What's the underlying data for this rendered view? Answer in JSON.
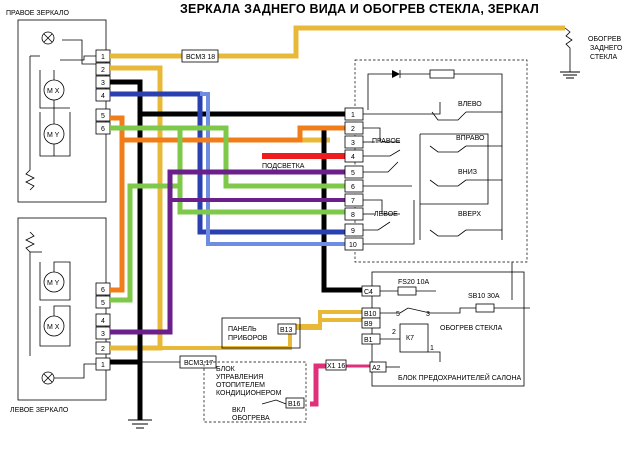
{
  "title": "ЗЕРКАЛА ЗАДНЕГО ВИДА И ОБОГРЕВ СТЕКЛА, ЗЕРКАЛ",
  "mirrors": {
    "right": {
      "label": "ПРАВОЕ ЗЕРКАЛО",
      "motor_x": "M X",
      "motor_y": "M Y",
      "pins": [
        "1",
        "2",
        "3",
        "4",
        "5",
        "6"
      ]
    },
    "left": {
      "label": "ЛЕВОЕ ЗЕРКАЛО",
      "motor_x": "M X",
      "motor_y": "M Y",
      "pins": [
        "6",
        "5",
        "4",
        "3",
        "2",
        "1"
      ]
    }
  },
  "connectors": {
    "bcm18": "ВСМЗ 18",
    "bcm17": "ВСМЗ 17",
    "c4": "С4",
    "b10": "В10",
    "b9": "В9",
    "b1": "В1",
    "b13": "В13",
    "b16": "В16",
    "x1_16": "X1 16",
    "a2": "А2"
  },
  "switch": {
    "pins": [
      "1",
      "2",
      "3",
      "4",
      "5",
      "6",
      "7",
      "8",
      "9",
      "10"
    ],
    "right": "ПРАВОЕ",
    "left": "ЛЕВОЕ",
    "up": "ВВЕРХ",
    "down": "ВНИЗ",
    "leftdir": "ВЛЕВО",
    "rightdir": "ВПРАВО"
  },
  "labels": {
    "backlight": "ПОДСВЕТКА",
    "rear_heater_1": "ОБОГРЕВ",
    "rear_heater_2": "ЗАДНЕГО",
    "rear_heater_3": "СТЕКЛА",
    "fs20": "FS20 10A",
    "sb10": "SB10 30A",
    "k7": "К7",
    "glass_heat": "ОБОГРЕВ СТЕКЛА",
    "fuse_block": "БЛОК ПРЕДОХРАНИТЕЛЕЙ САЛОНА",
    "panel_1": "ПАНЕЛЬ",
    "panel_2": "ПРИБОРОВ",
    "ac_1": "БЛОК",
    "ac_2": "УПРАВЛЕНИЯ",
    "ac_3": "ОТОПИТЕЛЕМ",
    "ac_4": "КОНДИЦИОНЕРОМ",
    "heat_on_1": "ВКЛ",
    "heat_on_2": "ОБОГРЕВА",
    "relay_5": "5",
    "relay_3": "3",
    "relay_2": "2",
    "relay_1": "1"
  },
  "colors": {
    "yellow": "#e8b838",
    "black": "#000000",
    "blue": "#2a3fb0",
    "red": "#ee1c1c",
    "orange": "#f07d1a",
    "green": "#7ec84a",
    "purple": "#6a1f8a",
    "pink": "#e0307a",
    "white": "#ffffff"
  }
}
